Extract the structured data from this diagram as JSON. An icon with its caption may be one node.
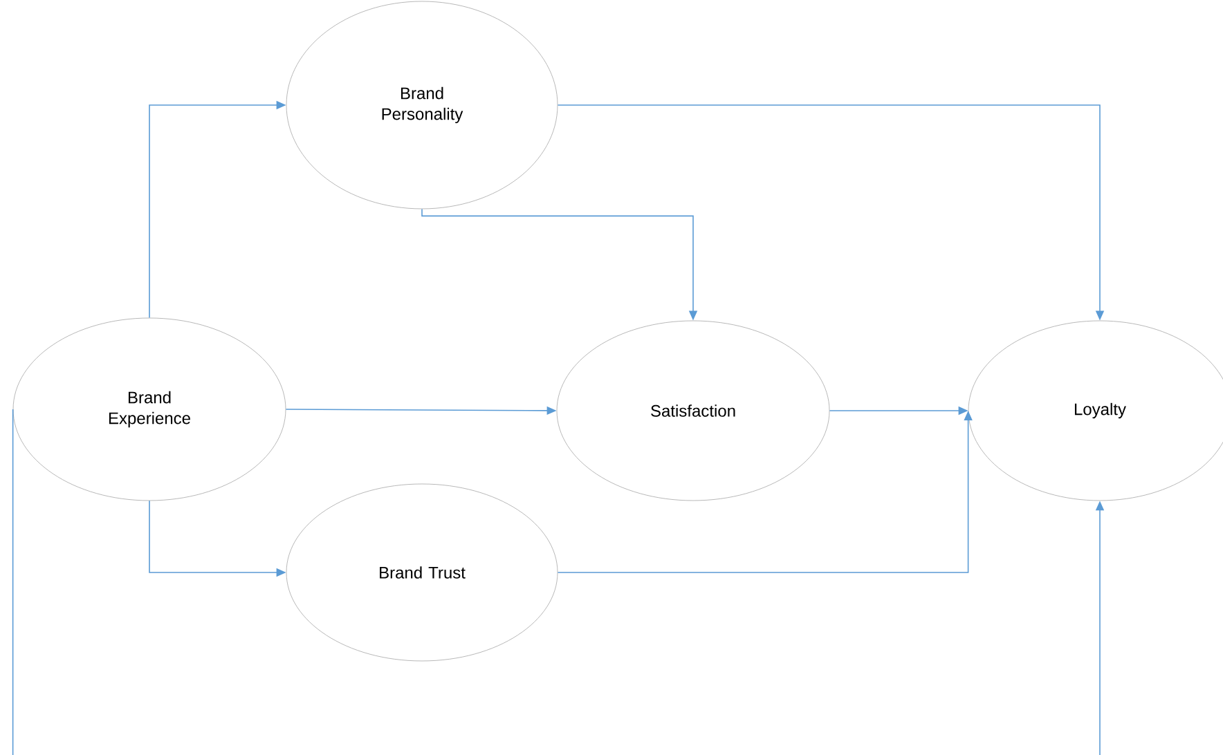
{
  "diagram": {
    "nodes": [
      {
        "text": [
          "Brand Personality"
        ]
      },
      {
        "text": [
          "Brand Experience"
        ]
      },
      {
        "text": [
          "Satisfaction"
        ]
      },
      {
        "text": [
          "Loyalty"
        ]
      },
      {
        "text": [
          "Brand Trust"
        ]
      }
    ],
    "edges": [
      {
        "from": 1,
        "to": 0,
        "arrow": "to"
      },
      {
        "from": 0,
        "to": 3,
        "arrow": "to"
      },
      {
        "from": 0,
        "to": 2,
        "arrow": "to"
      },
      {
        "from": 1,
        "to": 2,
        "arrow": "to"
      },
      {
        "from": 2,
        "to": 3,
        "arrow": "to"
      },
      {
        "from": 1,
        "to": 4,
        "arrow": "to"
      },
      {
        "from": 4,
        "to": 3,
        "arrow": "to"
      },
      {
        "from": 1,
        "to": null,
        "arrow": "none"
      },
      {
        "from": null,
        "to": 3,
        "arrow": "to"
      }
    ]
  }
}
